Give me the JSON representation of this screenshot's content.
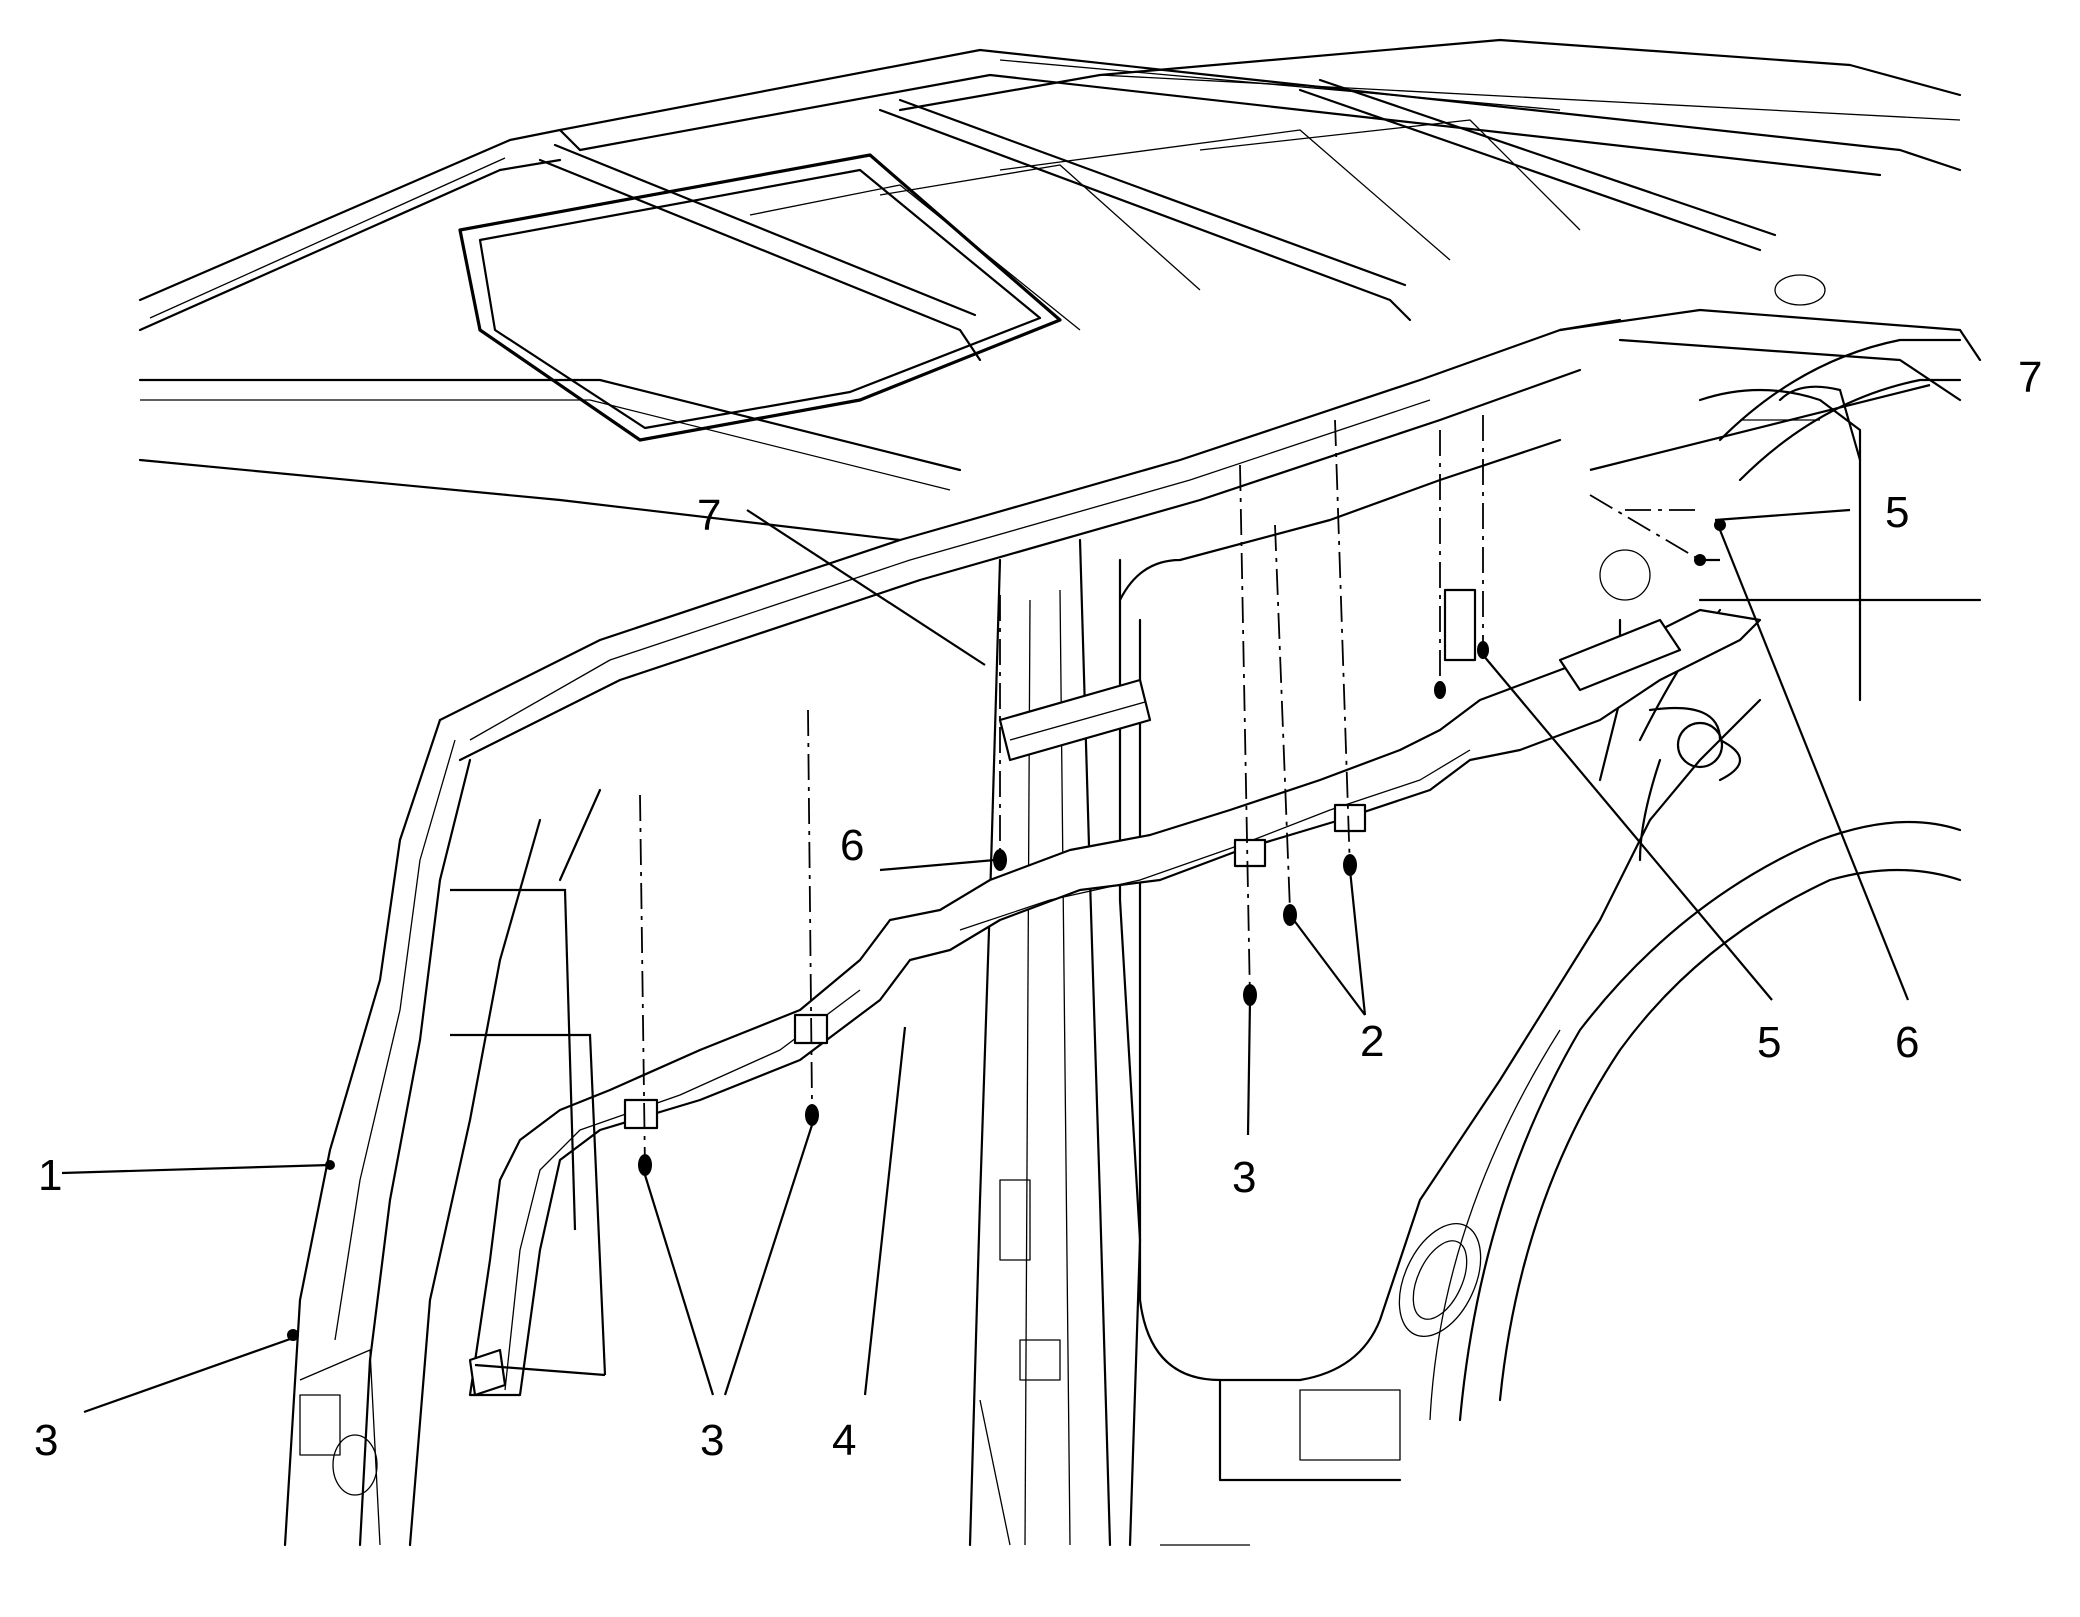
{
  "callouts": [
    {
      "id": "c1",
      "label": "1"
    },
    {
      "id": "c2",
      "label": "2"
    },
    {
      "id": "c3a",
      "label": "3"
    },
    {
      "id": "c3b",
      "label": "3"
    },
    {
      "id": "c3c",
      "label": "3"
    },
    {
      "id": "c4",
      "label": "4"
    },
    {
      "id": "c5a",
      "label": "5"
    },
    {
      "id": "c5b",
      "label": "5"
    },
    {
      "id": "c6a",
      "label": "6"
    },
    {
      "id": "c6b",
      "label": "6"
    },
    {
      "id": "c7a",
      "label": "7"
    },
    {
      "id": "c7b",
      "label": "7"
    }
  ]
}
